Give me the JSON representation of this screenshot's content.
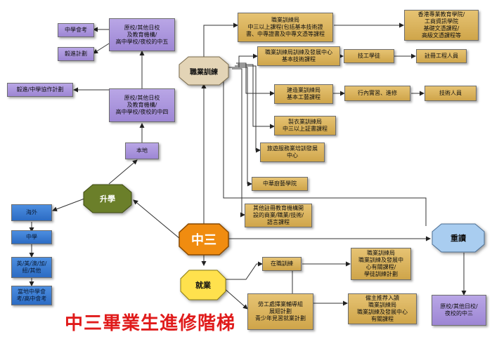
{
  "title": "中三畢業生進修階梯",
  "nodes": {
    "f3": "中三",
    "further_study": "升學",
    "vocational": "職業訓練",
    "employment": "就業",
    "repeat": "重讀",
    "local": "本地",
    "f4_school": "原校/其他日校\n及教育機構/\n高中學校/夜校的中四",
    "f5_school": "原校/其他日校\n及教育機構/\n高中學校/夜校的中五",
    "hkcee": "中學會考",
    "bridging": "毅進計劃",
    "secondary_vocational": "毅進/中學協作計劃",
    "overseas": "海外",
    "secondary": "中學",
    "countries": "英/美/澳/加/\n紐/其他",
    "local_exam": "當地中學會\n考/高中會考",
    "vtc_f3_courses": "職業訓練局\n中三以上課程(包括基本技術證\n書、中專證書及中專文憑等課程",
    "hk_ive": "香港專業教育學院/\n工商資訊學院\n基礎文憑課程/\n高級文憑課程等",
    "vtc_basic_tech": "職業訓練局訓練及發展中心\n基本技術課程",
    "technician_apprentice": "技工學徒",
    "registered_engineer": "註冊工程人員",
    "construction_basic": "建造業訓練局\n基本工藝課程",
    "on_job_training": "行內實習、進修",
    "technician": "技術人員",
    "clothing_courses": "製衣業訓練局\n中三以上証書課程",
    "tourism_center": "旅遊服務業培訓發展\n中心",
    "chinese_cuisine": "中華廚藝學院",
    "other_institutions": "其他註冊教育機構開\n設的商業/職業/技術/\n語言課程",
    "in_job_training": "在職訓練",
    "vtc_youth": "職業訓練局\n職業訓練及發展中\n心有關課程/\n學徒訓練計劃",
    "employer_training": "僱主推荐入讀\n職業訓練局\n職業訓練及發展中心\n有關課程",
    "labour_scheme": "勞工處擇業輔導組\n展翅計劃\n青少年見習就業計劃",
    "repeat_school": "原校/其他日校/\n夜校的中三"
  },
  "colors": {
    "purple": "#a893dc",
    "gold": "#d9b05a",
    "blue": "#3a7bd5",
    "orange": "#f08c10",
    "yellow": "#ffe14d",
    "olive": "#6b7f2a",
    "light_blue": "#a9cdf0",
    "tan": "#e3d4b6",
    "title_red": "#e01b1b"
  }
}
